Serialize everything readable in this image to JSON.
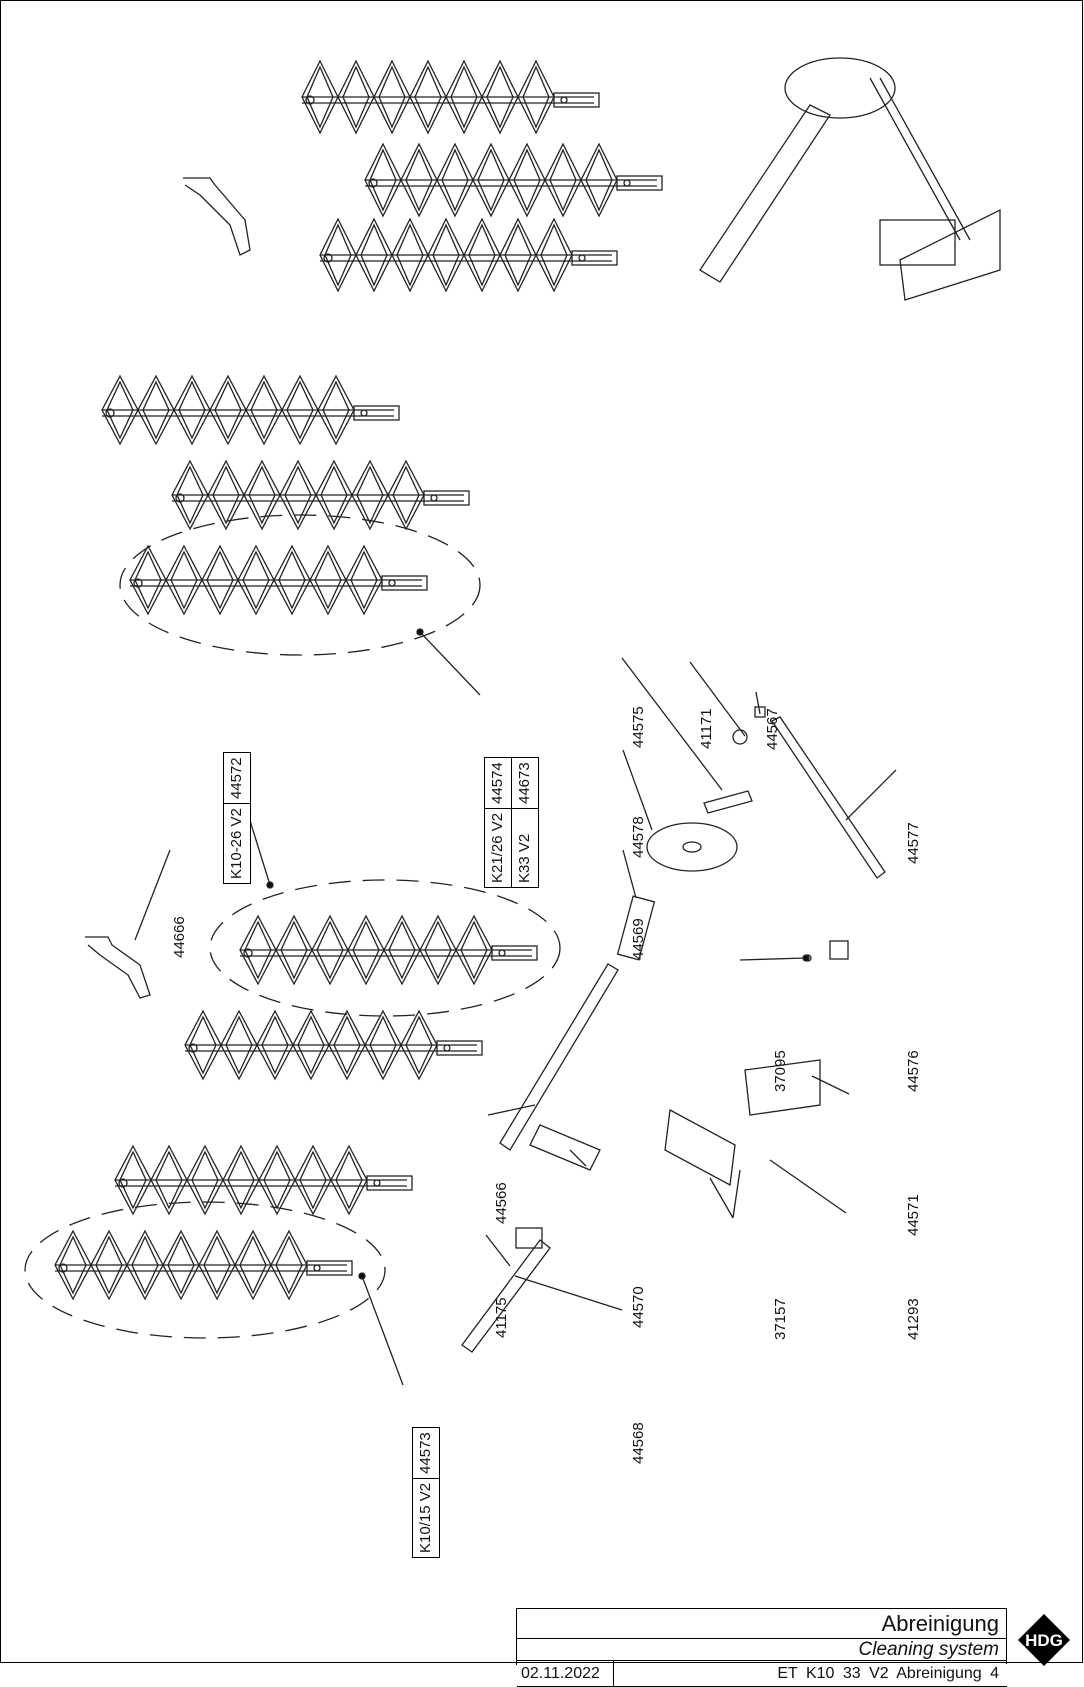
{
  "part_labels": [
    {
      "id": "44666",
      "text": "44666"
    },
    {
      "id": "44575",
      "text": "44575"
    },
    {
      "id": "41171",
      "text": "41171"
    },
    {
      "id": "44567",
      "text": "44567"
    },
    {
      "id": "44578",
      "text": "44578"
    },
    {
      "id": "44577",
      "text": "44577"
    },
    {
      "id": "44569",
      "text": "44569"
    },
    {
      "id": "37095",
      "text": "37095"
    },
    {
      "id": "44576",
      "text": "44576"
    },
    {
      "id": "44566",
      "text": "44566"
    },
    {
      "id": "44571",
      "text": "44571"
    },
    {
      "id": "44570",
      "text": "44570"
    },
    {
      "id": "37157",
      "text": "37157"
    },
    {
      "id": "41293",
      "text": "41293"
    },
    {
      "id": "41175",
      "text": "41175"
    },
    {
      "id": "44568",
      "text": "44568"
    }
  ],
  "variant_tables": [
    {
      "id": "k10-26",
      "rows": [
        {
          "model": "K10-26 V2",
          "number": "44572"
        }
      ]
    },
    {
      "id": "k21-26-k33",
      "rows": [
        {
          "model": "K21/26 V2",
          "number": "44574"
        },
        {
          "model": "K33 V2",
          "number": "44673"
        }
      ]
    },
    {
      "id": "k10-15",
      "rows": [
        {
          "model": "K10/15 V2",
          "number": "44573"
        }
      ]
    }
  ],
  "title_block": {
    "title": "Abreinigung",
    "subtitle": "Cleaning system",
    "date": "02.11.2022",
    "document": "ET K10 33 V2 Abreinigung 4"
  },
  "logo": {
    "text": "HDG",
    "color": "#000000"
  }
}
